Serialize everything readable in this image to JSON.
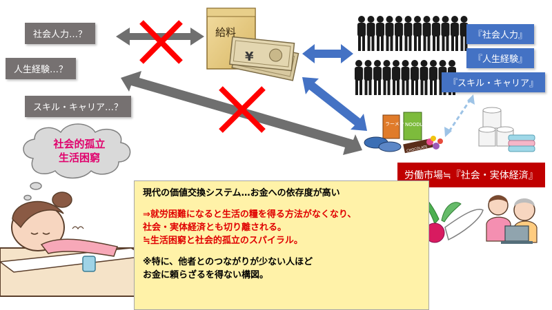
{
  "left_labels": [
    "社会人力…？",
    "人生経験…？",
    "スキル・キャリア…？"
  ],
  "right_labels": [
    "『社会人力』",
    "『人生経験』",
    "『スキル・キャリア』"
  ],
  "envelope_text": "給料",
  "cloud": {
    "line1": "社会的孤立",
    "line2": "生活困窮"
  },
  "market_label": "労働市場≒『社会・実体経済』",
  "food_labels": {
    "ramen": "ラーメン",
    "noodle": "NOODLE",
    "chocolate": "CHOCOLATE"
  },
  "yellow_box": {
    "title": "現代の価値交換システム…お金への依存度が高い",
    "red1": "⇒就労困難になると生活の糧を得る方法がなくなり、",
    "red2": "社会・実体経済とも切り離される。",
    "red3": "≒生活困窮と社会的孤立のスパイラル。",
    "note1": "※特に、他者とのつながりが少ない人ほど",
    "note2": "お金に頼らざるを得ない構図。"
  },
  "colors": {
    "gray": "#767171",
    "blue": "#4472c4",
    "red": "#c00000",
    "cross": "#ff0000",
    "yellow": "#fff2a8",
    "pink": "#e0006c"
  }
}
